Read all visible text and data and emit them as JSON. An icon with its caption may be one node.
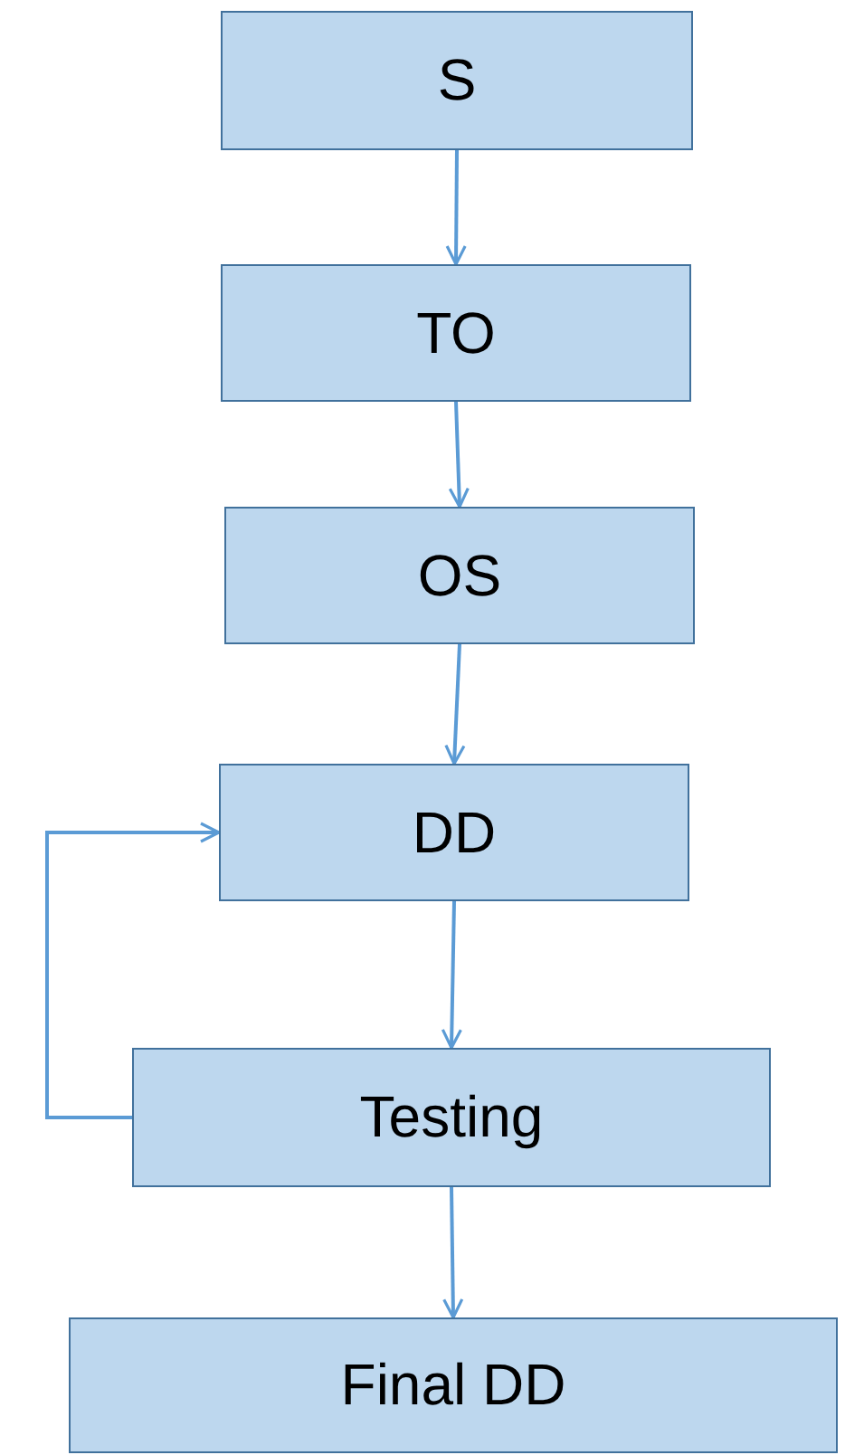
{
  "diagram": {
    "nodes": [
      {
        "text": [
          "S"
        ]
      },
      {
        "text": [
          "TO"
        ]
      },
      {
        "text": [
          "OS"
        ]
      },
      {
        "text": [
          "DD"
        ]
      },
      {
        "text": [
          "Testing"
        ]
      },
      {
        "text": [
          "Final DD"
        ]
      }
    ],
    "edges": [
      {
        "from": 0,
        "to": 1,
        "arrow": "to"
      },
      {
        "from": 1,
        "to": 2,
        "arrow": "to"
      },
      {
        "from": 2,
        "to": 3,
        "arrow": "to"
      },
      {
        "from": 3,
        "to": 4,
        "arrow": "to"
      },
      {
        "from": 4,
        "to": 5,
        "arrow": "to"
      },
      {
        "from": 4,
        "to": 3,
        "arrow": "to"
      }
    ]
  }
}
